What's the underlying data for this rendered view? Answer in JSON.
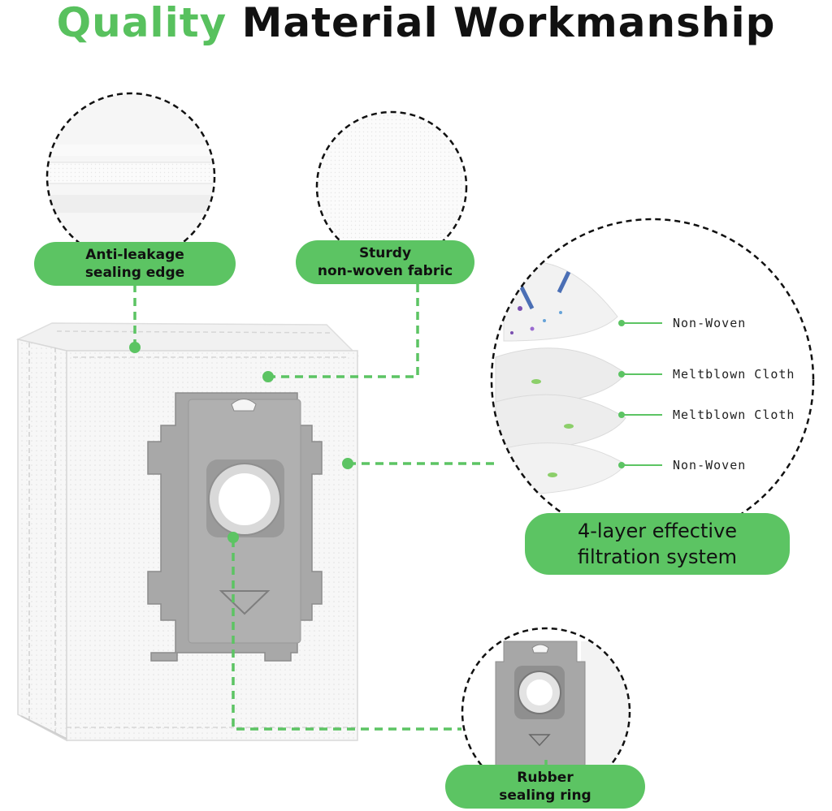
{
  "title": {
    "accent": "Quality",
    "rest": "Material Workmanship"
  },
  "callouts": {
    "edge": {
      "line1": "Anti-leakage",
      "line2": "sealing edge"
    },
    "fabric": {
      "line1": "Sturdy",
      "line2": "non-woven fabric"
    },
    "filtration": {
      "line1": "4-layer effective",
      "line2": "filtration system"
    },
    "ring": {
      "line1": "Rubber",
      "line2": "sealing ring"
    }
  },
  "layers": [
    "Non-Woven",
    "Meltblown Cloth",
    "Meltblown Cloth",
    "Non-Woven"
  ],
  "colors": {
    "accent_green": "#5cc463",
    "title_green": "#58c15e",
    "plate_gray": "#a9a9a9",
    "bag_white": "#f5f5f5"
  }
}
